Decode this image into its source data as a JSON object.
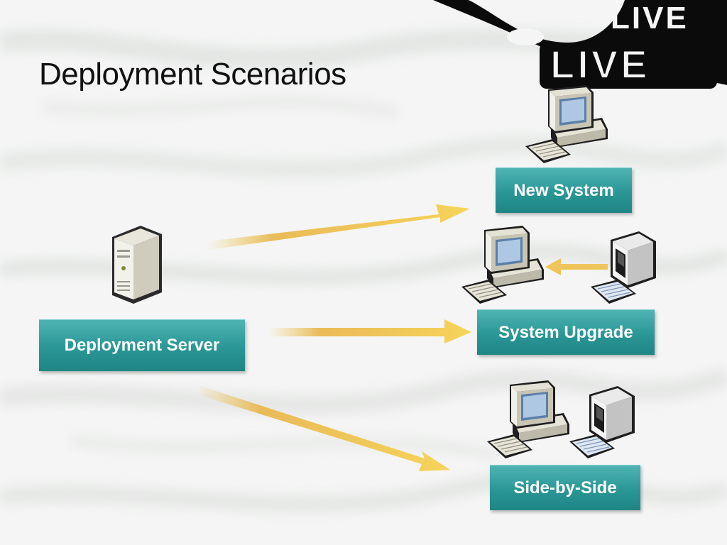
{
  "title": "Deployment Scenarios",
  "logo_text": "LIVE",
  "nodes": {
    "server_label": "Deployment Server",
    "new_system_label": "New System",
    "upgrade_label": "System Upgrade",
    "side_label": "Side-by-Side"
  },
  "colors": {
    "box": "#2a9696",
    "arrow": "#f1c54d",
    "title": "#111111"
  }
}
